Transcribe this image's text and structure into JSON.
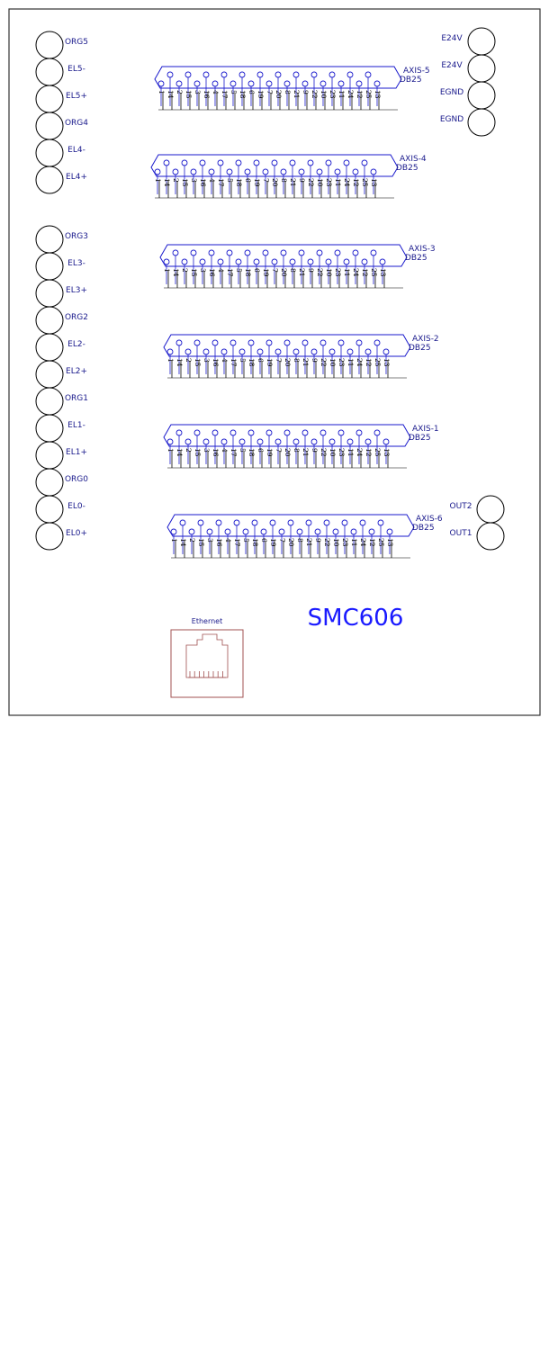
{
  "board": {
    "title": "SMC606",
    "ethernet_label": "Ethernet",
    "colors": {
      "outline": "#333333",
      "connector": "#1a1acc",
      "terminal": "#000000",
      "ethernet": "#a05050",
      "title": "#1a1aff"
    }
  },
  "terminals_left_top": [
    "ORG5",
    "EL5-",
    "EL5+",
    "ORG4",
    "EL4-",
    "EL4+"
  ],
  "terminals_left_bottom": [
    "ORG3",
    "EL3-",
    "EL3+",
    "ORG2",
    "EL2-",
    "EL2+",
    "ORG1",
    "EL1-",
    "EL1+",
    "ORG0",
    "EL0-",
    "EL0+"
  ],
  "terminals_right_top": [
    "E24V",
    "E24V",
    "EGND",
    "EGND"
  ],
  "terminals_right_bottom": [
    "OUT2",
    "OUT1"
  ],
  "pin_order": [
    "1",
    "14",
    "2",
    "15",
    "3",
    "16",
    "4",
    "17",
    "5",
    "18",
    "6",
    "19",
    "7",
    "20",
    "8",
    "21",
    "9",
    "22",
    "10",
    "23",
    "11",
    "24",
    "12",
    "25",
    "13"
  ],
  "connectors": [
    {
      "name": "AXIS-5",
      "type": "DB25"
    },
    {
      "name": "AXIS-4",
      "type": "DB25"
    },
    {
      "name": "AXIS-3",
      "type": "DB25"
    },
    {
      "name": "AXIS-2",
      "type": "DB25"
    },
    {
      "name": "AXIS-1",
      "type": "DB25"
    },
    {
      "name": "AXIS-6",
      "type": "DB25"
    }
  ]
}
